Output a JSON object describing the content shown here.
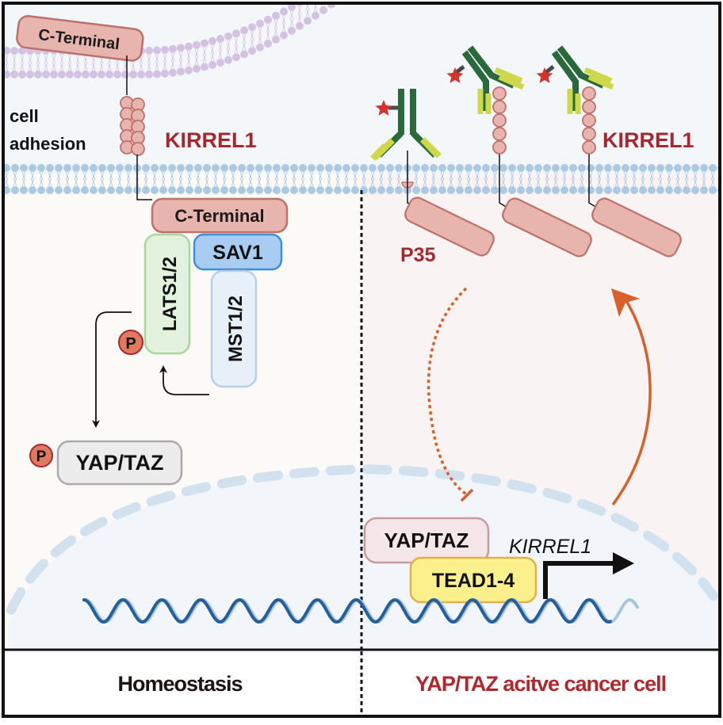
{
  "colors": {
    "border": "#111111",
    "extracellular_bg": "#f3f7fa",
    "left_cytoplasm_bg": "#fbfaf7",
    "right_cytoplasm_bg": "#faf3f3",
    "nucleus_bg": "#f2f6fa",
    "membrane_blue": "#abc9e2",
    "membrane_purple": "#d4c2e3",
    "kirrel_fill": "#e8b4ae",
    "kirrel_stroke": "#c0706b",
    "accent_red": "#a8272e",
    "arrow_orange": "#d9602b",
    "antibody_dark": "#2a6a3a",
    "antibody_light": "#cfd84a",
    "star_red": "#d7312c",
    "lats_fill": "#e3f2dc",
    "lats_stroke": "#a9d59e",
    "sav_fill": "#a9cdf2",
    "sav_stroke": "#3b8fd9",
    "mst_fill": "#e7f0f9",
    "mst_stroke": "#b7d0e8",
    "yaptaz_left_fill": "#ececec",
    "yaptaz_left_stroke": "#aaaaaa",
    "yaptaz_right_fill": "#f5e6ea",
    "yaptaz_right_stroke": "#c99a9e",
    "tead_fill": "#fbf08c",
    "tead_stroke": "#e3b14a",
    "phospho_fill": "#e07a5f",
    "phospho_stroke": "#a8272e",
    "dna_dark": "#255f9a",
    "dna_light": "#a7c6e0"
  },
  "left_panel": {
    "c_terminal_top": "C-Terminal",
    "c_terminal_bottom": "C-Terminal",
    "cell_adhesion_line1": "cell",
    "cell_adhesion_line2": "adhesion",
    "kirrel1_label": "KIRREL1",
    "lats_label": "LATS1/2",
    "sav1_label": "SAV1",
    "mst_label": "MST1/2",
    "phospho_label": "P",
    "yaptaz_label": "YAP/TAZ"
  },
  "right_panel": {
    "kirrel1_label": "KIRREL1",
    "p35_label": "P35",
    "yaptaz_label": "YAP/TAZ",
    "tead_label": "TEAD1-4",
    "gene_label": "KIRREL1"
  },
  "footer": {
    "left_label": "Homeostasis",
    "right_label": "YAP/TAZ acitve cancer cell"
  }
}
